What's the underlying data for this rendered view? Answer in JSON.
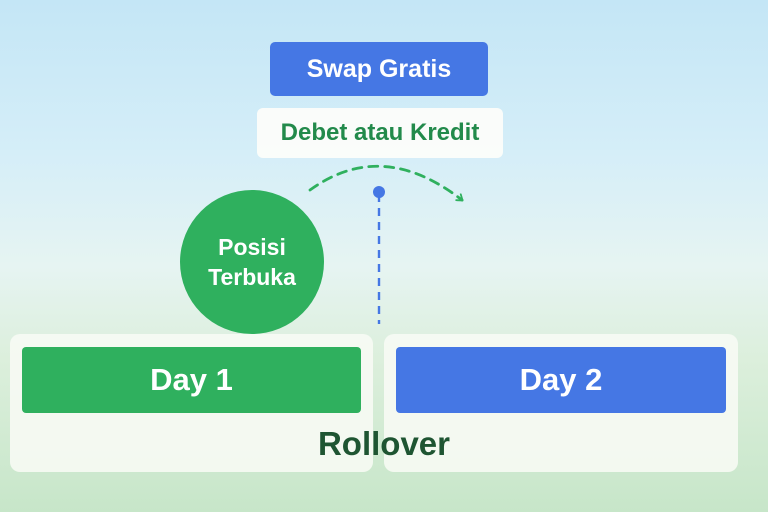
{
  "diagram": {
    "top_label": "Swap Gratis",
    "sub_label": "Debet atau Kredit",
    "circle_label_line1": "Posisi",
    "circle_label_line2": "Terbuka",
    "day1_label": "Day 1",
    "day2_label": "Day 2",
    "bottom_label": "Rollover"
  },
  "colors": {
    "green": "#2fb05e",
    "blue": "#4577e4",
    "dark_green_text": "#1e5532"
  }
}
